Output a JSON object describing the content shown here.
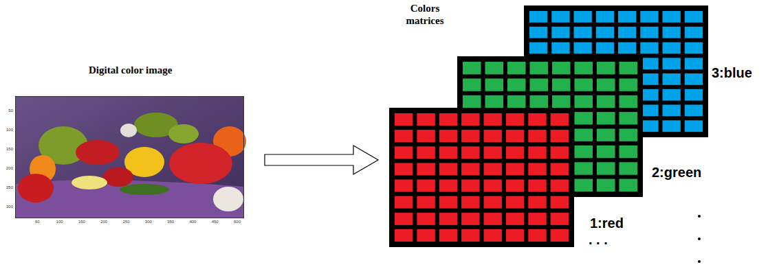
{
  "diagram": {
    "nodes": [
      {
        "text": [
          "Digital color image"
        ]
      },
      {
        "text": [
          "1:red"
        ]
      },
      {
        "text": [
          "2:green"
        ]
      },
      {
        "text": [
          "3:blue"
        ]
      }
    ],
    "edges": [
      {
        "from": 0,
        "to": 1,
        "arrow": "to"
      }
    ],
    "labels": [
      "Colors matrices",
      ". . .",
      "50",
      "100",
      "150",
      "200",
      "250",
      "300",
      "350",
      "400",
      "450",
      "500",
      "50",
      "100",
      "150",
      "200",
      "250",
      "300"
    ]
  }
}
